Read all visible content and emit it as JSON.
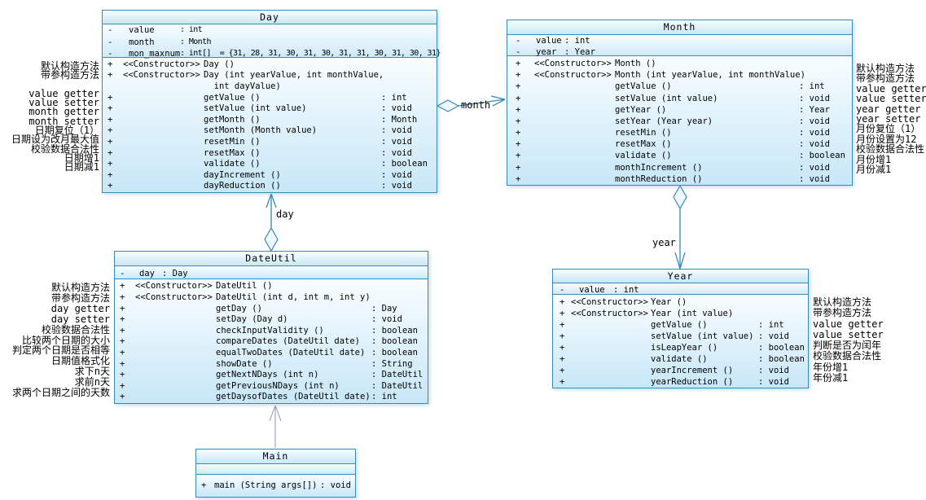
{
  "classes": {
    "day": {
      "title": "Day",
      "attributes": [
        {
          "vis": "-",
          "name": "value",
          "type": ": int"
        },
        {
          "vis": "-",
          "name": "month",
          "type": ": Month"
        },
        {
          "vis": "-",
          "name": "mon_maxnum",
          "type": ": int[]  = {31, 28, 31, 30, 31, 30, 31, 31, 30, 31, 30, 31}"
        }
      ],
      "methods": [
        {
          "vis": "+",
          "cons": "<<Constructor>>",
          "name": "Day ()",
          "ret": ""
        },
        {
          "vis": "+",
          "cons": "<<Constructor>>",
          "name": "Day (int yearValue, int monthValue,",
          "ret": ""
        },
        {
          "vis": "",
          "cons": "",
          "name": "  int dayValue)",
          "ret": ""
        },
        {
          "vis": "+",
          "cons": "",
          "name": "getValue ()",
          "ret": ": int"
        },
        {
          "vis": "+",
          "cons": "",
          "name": "setValue (int value)",
          "ret": ": void"
        },
        {
          "vis": "+",
          "cons": "",
          "name": "getMonth ()",
          "ret": ": Month"
        },
        {
          "vis": "+",
          "cons": "",
          "name": "setMonth (Month value)",
          "ret": ": void"
        },
        {
          "vis": "+",
          "cons": "",
          "name": "resetMin ()",
          "ret": ": void"
        },
        {
          "vis": "+",
          "cons": "",
          "name": "resetMax ()",
          "ret": ": void"
        },
        {
          "vis": "+",
          "cons": "",
          "name": "validate ()",
          "ret": ": boolean"
        },
        {
          "vis": "+",
          "cons": "",
          "name": "dayIncrement ()",
          "ret": ": void"
        },
        {
          "vis": "+",
          "cons": "",
          "name": "dayReduction ()",
          "ret": ": void"
        }
      ]
    },
    "month": {
      "title": "Month",
      "attributes": [
        {
          "vis": "-",
          "name": "value",
          "type": ": int"
        },
        {
          "vis": "-",
          "name": "year",
          "type": ": Year"
        }
      ],
      "methods": [
        {
          "vis": "+",
          "cons": "<<Constructor>>",
          "name": "Month ()",
          "ret": ""
        },
        {
          "vis": "+",
          "cons": "<<Constructor>>",
          "name": "Month (int yearValue, int monthValue)",
          "ret": ""
        },
        {
          "vis": "+",
          "cons": "",
          "name": "getValue ()",
          "ret": ": int"
        },
        {
          "vis": "+",
          "cons": "",
          "name": "setValue (int value)",
          "ret": ": void"
        },
        {
          "vis": "+",
          "cons": "",
          "name": "getYear ()",
          "ret": ": Year"
        },
        {
          "vis": "+",
          "cons": "",
          "name": "setYear (Year year)",
          "ret": ": void"
        },
        {
          "vis": "+",
          "cons": "",
          "name": "resetMin ()",
          "ret": ": void"
        },
        {
          "vis": "+",
          "cons": "",
          "name": "resetMax ()",
          "ret": ": void"
        },
        {
          "vis": "+",
          "cons": "",
          "name": "validate ()",
          "ret": ": boolean"
        },
        {
          "vis": "+",
          "cons": "",
          "name": "monthIncrement ()",
          "ret": ": void"
        },
        {
          "vis": "+",
          "cons": "",
          "name": "monthReduction ()",
          "ret": ": void"
        }
      ]
    },
    "dateutil": {
      "title": "DateUtil",
      "attributes": [
        {
          "vis": "-",
          "name": "day",
          "type": ": Day"
        }
      ],
      "methods": [
        {
          "vis": "+",
          "cons": "<<Constructor>>",
          "name": "DateUtil ()",
          "ret": ""
        },
        {
          "vis": "+",
          "cons": "<<Constructor>>",
          "name": "DateUtil (int d, int m, int y)",
          "ret": ""
        },
        {
          "vis": "+",
          "cons": "",
          "name": "getDay ()",
          "ret": ": Day"
        },
        {
          "vis": "+",
          "cons": "",
          "name": "setDay (Day d)",
          "ret": ": void"
        },
        {
          "vis": "+",
          "cons": "",
          "name": "checkInputValidity ()",
          "ret": ": boolean"
        },
        {
          "vis": "+",
          "cons": "",
          "name": "compareDates (DateUtil date)",
          "ret": ": boolean"
        },
        {
          "vis": "+",
          "cons": "",
          "name": "equalTwoDates (DateUtil date)",
          "ret": ": boolean"
        },
        {
          "vis": "+",
          "cons": "",
          "name": "showDate ()",
          "ret": ": String"
        },
        {
          "vis": "+",
          "cons": "",
          "name": "getNextNDays (int n)",
          "ret": ": DateUtil"
        },
        {
          "vis": "+",
          "cons": "",
          "name": "getPreviousNDays (int n)",
          "ret": ": DateUtil"
        },
        {
          "vis": "+",
          "cons": "",
          "name": "getDaysofDates (DateUtil date)",
          "ret": ": int"
        }
      ]
    },
    "year": {
      "title": "Year",
      "attributes": [
        {
          "vis": "-",
          "name": "value",
          "type": ": int"
        }
      ],
      "methods": [
        {
          "vis": "+",
          "cons": "<<Constructor>>",
          "name": "Year ()",
          "ret": ""
        },
        {
          "vis": "+",
          "cons": "<<Constructor>>",
          "name": "Year (int value)",
          "ret": ""
        },
        {
          "vis": "+",
          "cons": "",
          "name": "getValue ()",
          "ret": ": int"
        },
        {
          "vis": "+",
          "cons": "",
          "name": "setValue (int value)",
          "ret": ": void"
        },
        {
          "vis": "+",
          "cons": "",
          "name": "isLeapYear ()",
          "ret": ": boolean"
        },
        {
          "vis": "+",
          "cons": "",
          "name": "validate ()",
          "ret": ": boolean"
        },
        {
          "vis": "+",
          "cons": "",
          "name": "yearIncrement ()",
          "ret": ": void"
        },
        {
          "vis": "+",
          "cons": "",
          "name": "yearReduction ()",
          "ret": ": void"
        }
      ]
    },
    "main": {
      "title": "Main",
      "attributes": [],
      "methods": [
        {
          "vis": "+",
          "cons": "",
          "name": "main (String args[])",
          "ret": ": void"
        }
      ]
    }
  },
  "annotations": {
    "day": [
      "默认构造方法",
      "带参构造方法",
      " ",
      "value getter",
      "value setter",
      "month getter",
      "month setter",
      "日期复位（1）",
      "日期设为改月最大值",
      "校验数据合法性",
      "日期增1",
      "日期减1"
    ],
    "month": [
      "默认构造方法",
      "带参构造方法",
      "value getter",
      "value setter",
      "year getter",
      "year setter",
      "月份复位（1）",
      "月份设置为12",
      "校验数据合法性",
      "月份增1",
      "月份减1"
    ],
    "dateutil": [
      "默认构造方法",
      "带参构造方法",
      "day getter",
      "day setter",
      "校验数据合法性",
      "比较两个日期的大小",
      "判定两个日期是否相等",
      "日期值格式化",
      "求下n天",
      "求前n天",
      "求两个日期之间的天数"
    ],
    "year": [
      "默认构造方法",
      "带参构造方法",
      "value getter",
      "value setter",
      "判断是否为闰年",
      "校验数据合法性",
      "年份增1",
      "年份减1"
    ]
  },
  "edges": {
    "day_month": {
      "label": "month",
      "type": "aggregation"
    },
    "dateutil_day": {
      "label": "day",
      "type": "aggregation"
    },
    "month_year": {
      "label": "year",
      "type": "aggregation"
    },
    "main_dateutil": {
      "label": "",
      "type": "dependency"
    }
  },
  "colors": {
    "box_border": "#3789b6",
    "box_fill_top": "#f8fdff",
    "box_fill_bottom": "#c8e7f7",
    "dependency_line": "#9a8ec6",
    "text": "#000000",
    "background": "#ffffff"
  }
}
